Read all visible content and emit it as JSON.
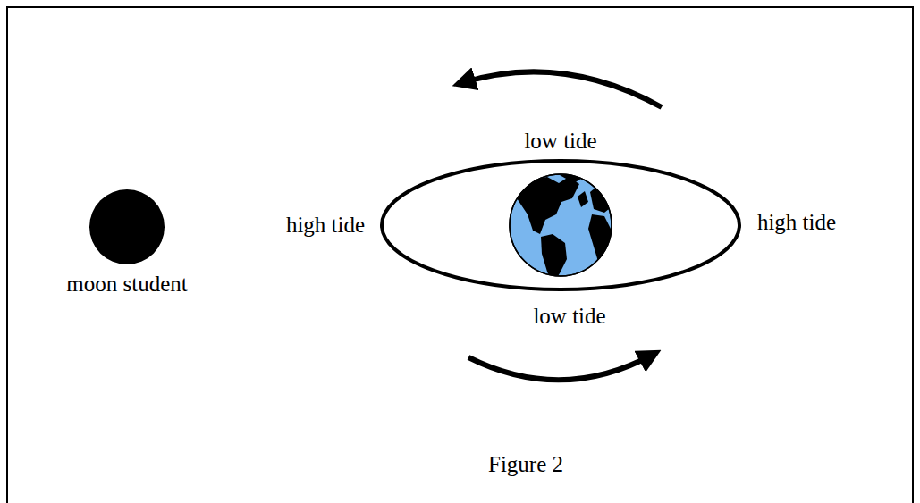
{
  "diagram": {
    "caption": "Figure 2",
    "nodes": [
      {
        "text": [
          "moon student"
        ]
      }
    ],
    "labels": [
      "low tide",
      "high tide",
      "high tide",
      "low tide"
    ]
  }
}
